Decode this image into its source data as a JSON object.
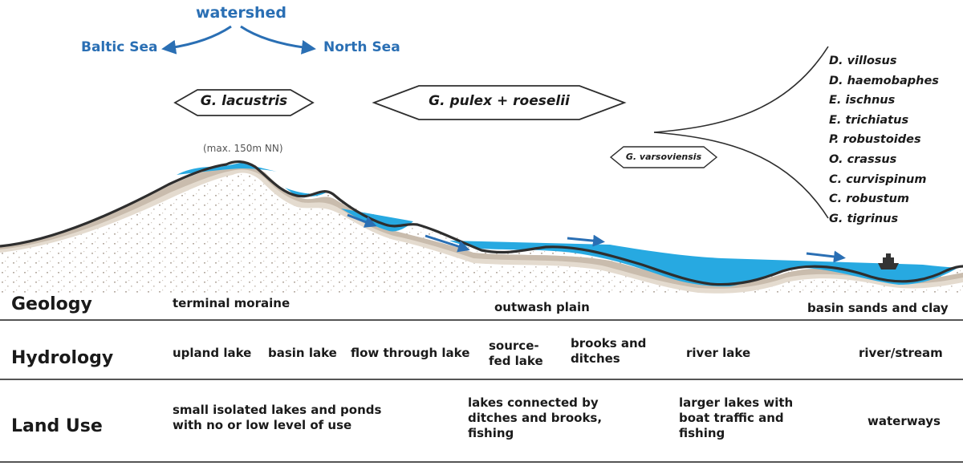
{
  "top": {
    "watershed": "watershed",
    "baltic_sea": "Baltic Sea",
    "north_sea": "North Sea"
  },
  "species_boxes": {
    "lacustris": "G. lacustris",
    "pulex_roeselii": "G. pulex + roeselii",
    "varsoviensis": "G. varsoviensis"
  },
  "max_height": "(max. 150m NN)",
  "invasive_species": [
    "D. villosus",
    "D. haemobaphes",
    "E. ischnus",
    "E. trichiatus",
    "P. robustoides",
    "O. crassus",
    "C. curvispinum",
    "C. robustum",
    "G. tigrinus"
  ],
  "rows": {
    "geology": {
      "label": "Geology",
      "items": [
        "terminal moraine",
        "outwash plain",
        "basin sands and clay"
      ]
    },
    "hydrology": {
      "label": "Hydrology",
      "items": [
        "upland lake",
        "basin lake",
        "flow through lake",
        "source-fed lake",
        "brooks and ditches",
        "river lake",
        "river/stream"
      ]
    },
    "land_use": {
      "label": "Land Use",
      "items": [
        "small isolated lakes and ponds with no or low level of use",
        "lakes connected by ditches and brooks, fishing",
        "larger lakes with boat traffic and fishing",
        "waterways"
      ]
    }
  },
  "colors": {
    "accent_blue": "#2a6fb4",
    "water": "#27a9e1",
    "sediment_dark": "#a8998a",
    "sediment_mid": "#c9bcad",
    "sediment_light": "#e4dbcf",
    "terrain_line": "#2e2e2e"
  }
}
